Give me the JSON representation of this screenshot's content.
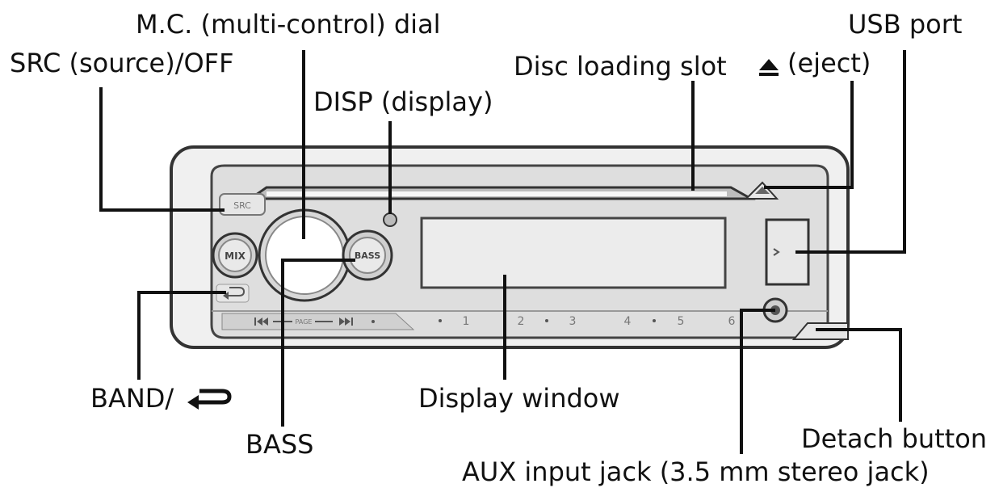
{
  "callouts": {
    "mc_dial": "M.C. (multi-control) dial",
    "usb_port": "USB port",
    "src_off": "SRC (source)/OFF",
    "disc_slot": "Disc loading slot",
    "eject_label": "(eject)",
    "disp": "DISP (display)",
    "band": "BAND/",
    "display_window": "Display window",
    "bass": "BASS",
    "detach": "Detach button",
    "aux": "AUX input jack (3.5 mm stereo jack)"
  },
  "unit": {
    "src_button": "SRC",
    "mix_button": "MIX",
    "bass_button": "BASS",
    "preset_1": "1",
    "preset_2": "2",
    "preset_3": "3",
    "preset_4": "4",
    "preset_5": "5",
    "preset_6": "6",
    "seek_label": "PAGE"
  },
  "icons": {
    "eject": "eject-icon",
    "back": "back-arrow-icon",
    "usb": "usb-icon",
    "seek_prev": "seek-previous-icon",
    "seek_next": "seek-next-icon"
  },
  "colors": {
    "face": "#e2e2e2",
    "outline": "#333333",
    "lines": "#111111"
  }
}
